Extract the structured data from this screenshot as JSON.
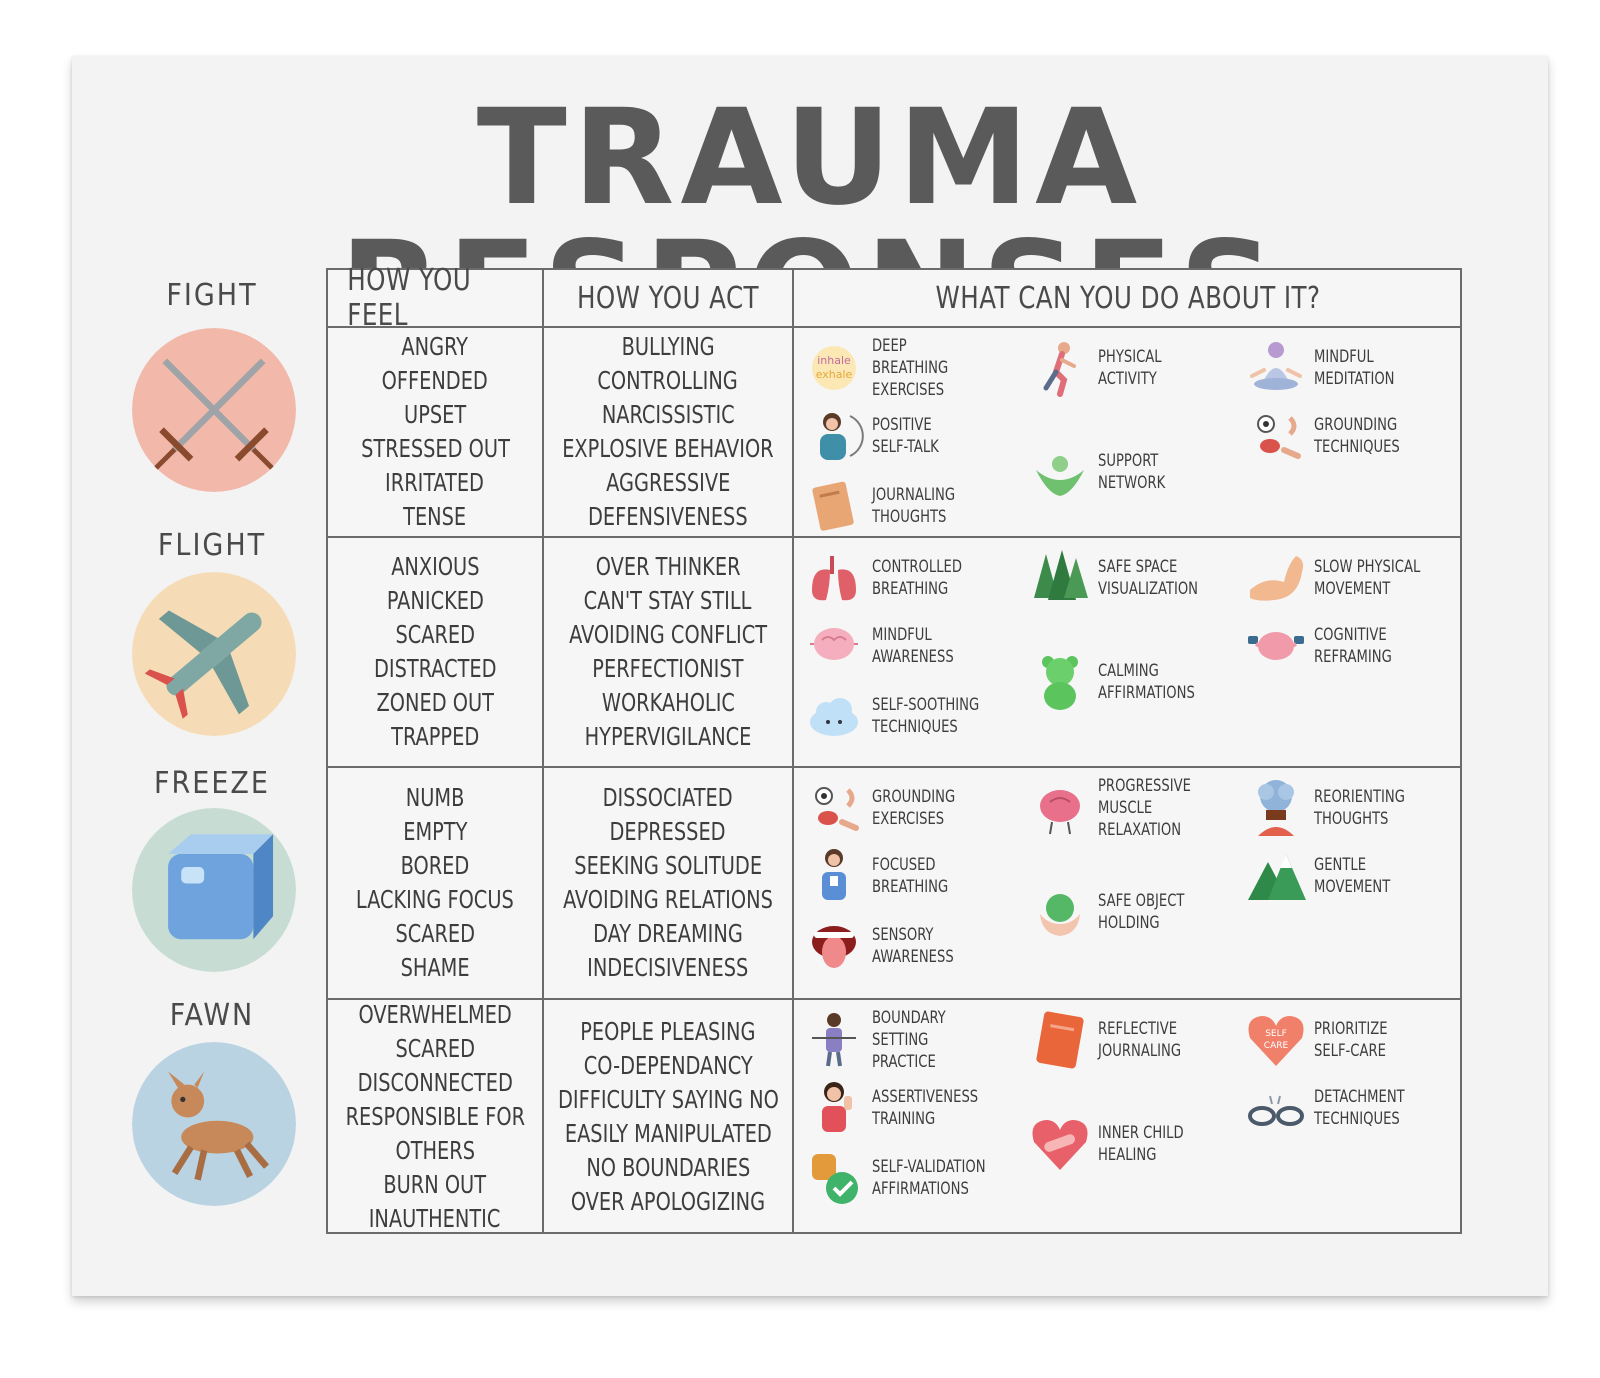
{
  "title": "TRAUMA RESPONSES",
  "headers": {
    "feel": "HOW YOU FEEL",
    "act": "HOW YOU ACT",
    "do": "WHAT CAN YOU DO ABOUT IT?"
  },
  "responses": [
    {
      "name": "FIGHT",
      "icon": "crossed-swords-icon",
      "color": "#f2b8aa",
      "feel": [
        "ANGRY",
        "OFFENDED",
        "UPSET",
        "STRESSED OUT",
        "IRRITATED",
        "TENSE"
      ],
      "act": [
        "BULLYING",
        "CONTROLLING",
        "NARCISSISTIC",
        "EXPLOSIVE BEHAVIOR",
        "AGGRESSIVE",
        "DEFENSIVENESS"
      ],
      "strategies": [
        {
          "label": "DEEP\nBREATHING\nEXERCISES",
          "icon": "inhale-exhale-icon",
          "caption": "inhale exhale"
        },
        {
          "label": "PHYSICAL\nACTIVITY",
          "icon": "runner-icon"
        },
        {
          "label": "MINDFUL\nMEDITATION",
          "icon": "meditation-icon"
        },
        {
          "label": "POSITIVE\nSELF-TALK",
          "icon": "self-hug-icon"
        },
        {
          "label": "SUPPORT\nNETWORK",
          "icon": "support-hands-icon"
        },
        {
          "label": "GROUNDING\nTECHNIQUES",
          "icon": "senses-icon"
        },
        {
          "label": "JOURNALING\nTHOUGHTS",
          "icon": "journal-icon"
        }
      ]
    },
    {
      "name": "FLIGHT",
      "icon": "airplane-icon",
      "color": "#f6dcb6",
      "feel": [
        "ANXIOUS",
        "PANICKED",
        "SCARED",
        "DISTRACTED",
        "ZONED OUT",
        "TRAPPED"
      ],
      "act": [
        "OVER THINKER",
        "CAN'T STAY STILL",
        "AVOIDING CONFLICT",
        "PERFECTIONIST",
        "WORKAHOLIC",
        "HYPERVIGILANCE"
      ],
      "strategies": [
        {
          "label": "CONTROLLED\nBREATHING",
          "icon": "lungs-icon"
        },
        {
          "label": "SAFE SPACE\nVISUALIZATION",
          "icon": "forest-icon"
        },
        {
          "label": "SLOW PHYSICAL\nMOVEMENT",
          "icon": "arm-muscle-icon"
        },
        {
          "label": "MINDFUL\nAWARENESS",
          "icon": "brain-icon"
        },
        {
          "label": "CALMING\nAFFIRMATIONS",
          "icon": "green-bear-icon"
        },
        {
          "label": "COGNITIVE\nREFRAMING",
          "icon": "strong-brain-icon"
        },
        {
          "label": "SELF-SOOTHING\nTECHNIQUES",
          "icon": "cloud-icon"
        }
      ]
    },
    {
      "name": "FREEZE",
      "icon": "ice-cube-icon",
      "color": "#c7dcd3",
      "feel": [
        "NUMB",
        "EMPTY",
        "BORED",
        "LACKING FOCUS",
        "SCARED",
        "SHAME"
      ],
      "act": [
        "DISSOCIATED",
        "DEPRESSED",
        "SEEKING SOLITUDE",
        "AVOIDING RELATIONS",
        "DAY DREAMING",
        "INDECISIVENESS"
      ],
      "strategies": [
        {
          "label": "GROUNDING\nEXERCISES",
          "icon": "senses-icon"
        },
        {
          "label": "PROGRESSIVE\nMUSCLE\nRELAXATION",
          "icon": "relax-brain-icon"
        },
        {
          "label": "REORIENTING\nTHOUGHTS",
          "icon": "head-clouds-icon"
        },
        {
          "label": "FOCUSED\nBREATHING",
          "icon": "person-breathing-icon"
        },
        {
          "label": "SAFE OBJECT\nHOLDING",
          "icon": "hand-ball-icon"
        },
        {
          "label": "GENTLE\nMOVEMENT",
          "icon": "mountain-icon"
        },
        {
          "label": "SENSORY\nAWARENESS",
          "icon": "tongue-icon"
        }
      ]
    },
    {
      "name": "FAWN",
      "icon": "fawn-icon",
      "color": "#b9d3e3",
      "feel": [
        "OVERWHELMED",
        "SCARED",
        "DISCONNECTED",
        "RESPONSIBLE FOR",
        "OTHERS",
        "BURN OUT",
        "INAUTHENTIC"
      ],
      "act": [
        "PEOPLE PLEASING",
        "CO-DEPENDANCY",
        "DIFFICULTY SAYING NO",
        "EASILY MANIPULATED",
        "NO BOUNDARIES",
        "OVER APOLOGIZING"
      ],
      "strategies": [
        {
          "label": "BOUNDARY\nSETTING PRACTICE",
          "icon": "boundary-person-icon"
        },
        {
          "label": "REFLECTIVE\nJOURNALING",
          "icon": "notebook-icon"
        },
        {
          "label": "PRIORITIZE\nSELF-CARE",
          "icon": "heart-self-care-icon",
          "caption": "SELF CARE"
        },
        {
          "label": "ASSERTIVENESS\nTRAINING",
          "icon": "woman-stop-icon"
        },
        {
          "label": "INNER CHILD\nHEALING",
          "icon": "bandaged-heart-icon"
        },
        {
          "label": "DETACHMENT\nTECHNIQUES",
          "icon": "broken-chain-icon"
        },
        {
          "label": "SELF-VALIDATION\nAFFIRMATIONS",
          "icon": "thumbs-check-icon"
        }
      ]
    }
  ]
}
